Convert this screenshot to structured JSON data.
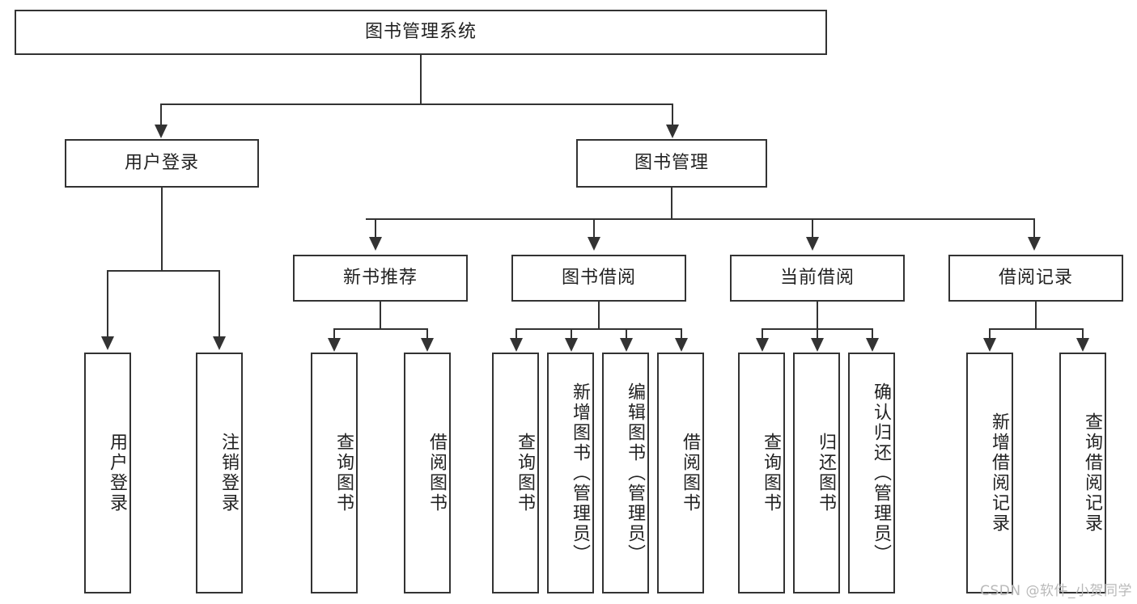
{
  "diagram": {
    "title": "图书管理系统",
    "type": "tree",
    "root": {
      "label": "图书管理系统"
    },
    "level2": [
      {
        "label": "用户登录"
      },
      {
        "label": "图书管理"
      }
    ],
    "level3": [
      {
        "label": "新书推荐"
      },
      {
        "label": "图书借阅"
      },
      {
        "label": "当前借阅"
      },
      {
        "label": "借阅记录"
      }
    ],
    "leaves": {
      "user_login": [
        {
          "label": "用户登录"
        },
        {
          "label": "注销登录"
        }
      ],
      "new_book_recommend": [
        {
          "label": "查询图书"
        },
        {
          "label": "借阅图书"
        }
      ],
      "book_borrow": [
        {
          "label": "查询图书"
        },
        {
          "label": "新增图书（管理员）"
        },
        {
          "label": "编辑图书（管理员）"
        },
        {
          "label": "借阅图书"
        }
      ],
      "current_borrow": [
        {
          "label": "查询图书"
        },
        {
          "label": "归还图书"
        },
        {
          "label": "确认归还（管理员）"
        }
      ],
      "borrow_record": [
        {
          "label": "新增借阅记录"
        },
        {
          "label": "查询借阅记录"
        }
      ]
    }
  },
  "watermark": {
    "text": "CSDN @软件_小贺同学"
  },
  "colors": {
    "stroke": "#333333",
    "background": "#ffffff",
    "text": "#222222",
    "watermark": "#b9b9b9"
  }
}
